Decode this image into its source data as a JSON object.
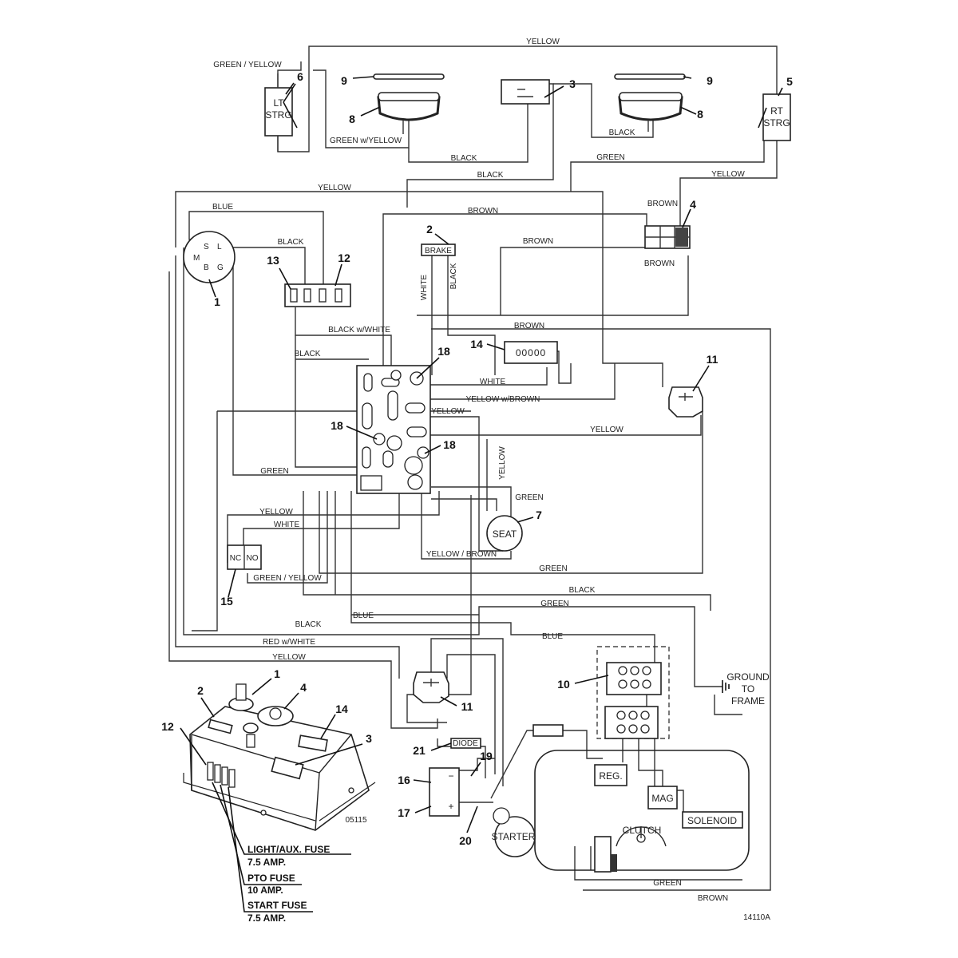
{
  "wire_labels": {
    "yellow_top": "YELLOW",
    "green_yellow_top": "GREEN / YELLOW",
    "green_w_yellow": "GREEN w/YELLOW",
    "black_lamp": "BLACK",
    "black_mid": "BLACK",
    "black_right": "BLACK",
    "green_right": "GREEN",
    "yellow_right": "YELLOW",
    "yellow_left": "YELLOW",
    "blue": "BLUE",
    "brown_top": "BROWN",
    "brown_mid": "BROWN",
    "brown_sw1": "BROWN",
    "brown_sw2": "BROWN",
    "black_key": "BLACK",
    "white_v": "WHITE",
    "black_v": "BLACK",
    "black_w_white": "BLACK w/WHITE",
    "brown_hour": "BROWN",
    "black_left": "BLACK",
    "white_hour": "WHITE",
    "yellow_w_brown": "YELLOW w/BROWN",
    "yellow_ctr": "YELLOW",
    "yellow_mid": "YELLOW",
    "yellow_v": "YELLOW",
    "green_left": "GREEN",
    "green_seat": "GREEN",
    "yellow_15": "YELLOW",
    "white_15": "WHITE",
    "yellow_brown": "YELLOW / BROWN",
    "green_yellow_15": "GREEN / YELLOW",
    "green_lower": "GREEN",
    "black_lower": "BLACK",
    "green_lower2": "GREEN",
    "blue_lower": "BLUE",
    "black_lower2": "BLACK",
    "red_w_white": "RED w/WHITE",
    "yellow_lower": "YELLOW",
    "blue_engine": "BLUE",
    "green_bottom": "GREEN",
    "brown_bottom": "BROWN"
  },
  "components": {
    "lt_strg_1": "LT",
    "lt_strg_2": "STRG",
    "rt_strg_1": "RT",
    "rt_strg_2": "STRG",
    "key_s": "S",
    "key_l": "L",
    "key_m": "M",
    "key_b": "B",
    "key_g": "G",
    "brake": "BRAKE",
    "hour_meter": "00000",
    "seat": "SEAT",
    "relay_nc": "NC",
    "relay_no": "NO",
    "diode": "DIODE",
    "reg": "REG.",
    "mag": "MAG",
    "solenoid": "SOLENOID",
    "clutch": "CLUTCH",
    "starter": "STARTER",
    "ground_1": "GROUND",
    "ground_2": "TO",
    "ground_3": "FRAME",
    "battery_minus": "−",
    "battery_plus": "+",
    "panel_code": "05115",
    "diagram_code": "14110A"
  },
  "callouts": {
    "n1": "1",
    "n2": "2",
    "n3": "3",
    "n4": "4",
    "n5": "5",
    "n6": "6",
    "n7": "7",
    "n8a": "8",
    "n8b": "8",
    "n9a": "9",
    "n9b": "9",
    "n10": "10",
    "n11a": "11",
    "n11b": "11",
    "n12": "12",
    "n13": "13",
    "n14": "14",
    "n15": "15",
    "n16": "16",
    "n17": "17",
    "n18a": "18",
    "n18b": "18",
    "n18c": "18",
    "n19": "19",
    "n20": "20",
    "n21": "21",
    "p1": "1",
    "p2": "2",
    "p3": "3",
    "p4": "4",
    "p12": "12",
    "p14": "14"
  },
  "fuses": {
    "light_name": "LIGHT/AUX. FUSE",
    "light_amp": "7.5 AMP.",
    "pto_name": "PTO FUSE",
    "pto_amp": "10 AMP.",
    "start_name": "START FUSE",
    "start_amp": "7.5 AMP."
  }
}
